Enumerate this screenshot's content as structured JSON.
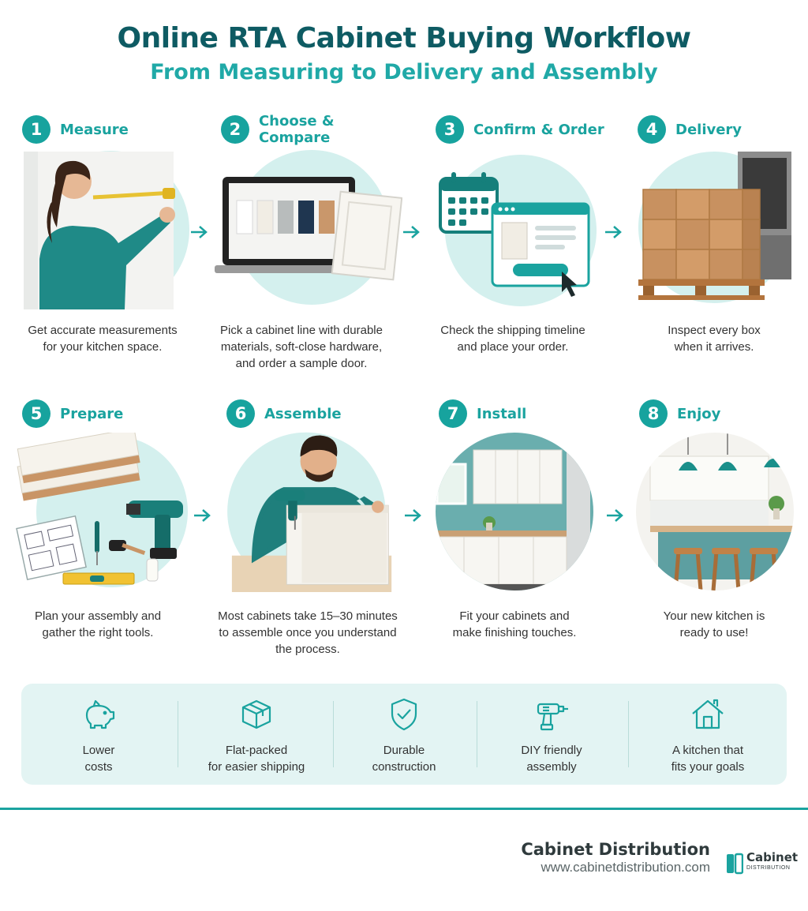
{
  "header": {
    "title": "Online RTA Cabinet  Buying Workflow",
    "subtitle": "From Measuring to Delivery and Assembly"
  },
  "steps": [
    {
      "number": "1",
      "title": "Measure",
      "lines": [
        "Get accurate measurements",
        "for your kitchen space."
      ],
      "icon": "measuring-person"
    },
    {
      "number": "2",
      "title": "Choose & Compare",
      "lines": [
        "Pick a cabinet line with durable",
        "materials, soft-close hardware,",
        "and order a sample door."
      ],
      "icon": "laptop-sample-door"
    },
    {
      "number": "3",
      "title": "Confirm & Order",
      "lines": [
        "Check the shipping timeline",
        "and place your order."
      ],
      "icon": "calendar-order-window"
    },
    {
      "number": "4",
      "title": "Delivery",
      "lines": [
        "Inspect every box",
        "when it arrives."
      ],
      "icon": "boxes-on-pallet"
    },
    {
      "number": "5",
      "title": "Prepare",
      "lines": [
        "Plan your assembly and",
        "gather the right tools."
      ],
      "icon": "panels-and-tools"
    },
    {
      "number": "6",
      "title": "Assemble",
      "lines": [
        "Most cabinets take 15–30 minutes",
        "to assemble once you understand",
        "the process."
      ],
      "icon": "person-assembling-cabinet"
    },
    {
      "number": "7",
      "title": "Install",
      "lines": [
        "Fit your cabinets and",
        "make finishing touches."
      ],
      "icon": "installed-kitchen"
    },
    {
      "number": "8",
      "title": "Enjoy",
      "lines": [
        "Your new kitchen is",
        "ready to use!"
      ],
      "icon": "finished-kitchen-island"
    }
  ],
  "benefits": [
    {
      "lines": [
        "Lower",
        "costs"
      ],
      "icon": "piggy-bank-icon"
    },
    {
      "lines": [
        "Flat-packed",
        "for easier shipping"
      ],
      "icon": "box-icon"
    },
    {
      "lines": [
        "Durable",
        "construction"
      ],
      "icon": "shield-check-icon"
    },
    {
      "lines": [
        "DIY friendly",
        "assembly"
      ],
      "icon": "drill-icon"
    },
    {
      "lines": [
        "A kitchen that",
        "fits your goals"
      ],
      "icon": "house-icon"
    }
  ],
  "footer": {
    "brand_name": "Cabinet Distribution",
    "url": "www.cabinetdistribution.com",
    "logo_word": "Cabinet",
    "logo_sub": "DISTRIBUTION"
  },
  "colors": {
    "title": "#0e5b63",
    "accent": "#1aa39f",
    "circle_bg": "#d4f0ee",
    "panel_bg": "#e3f4f3"
  }
}
